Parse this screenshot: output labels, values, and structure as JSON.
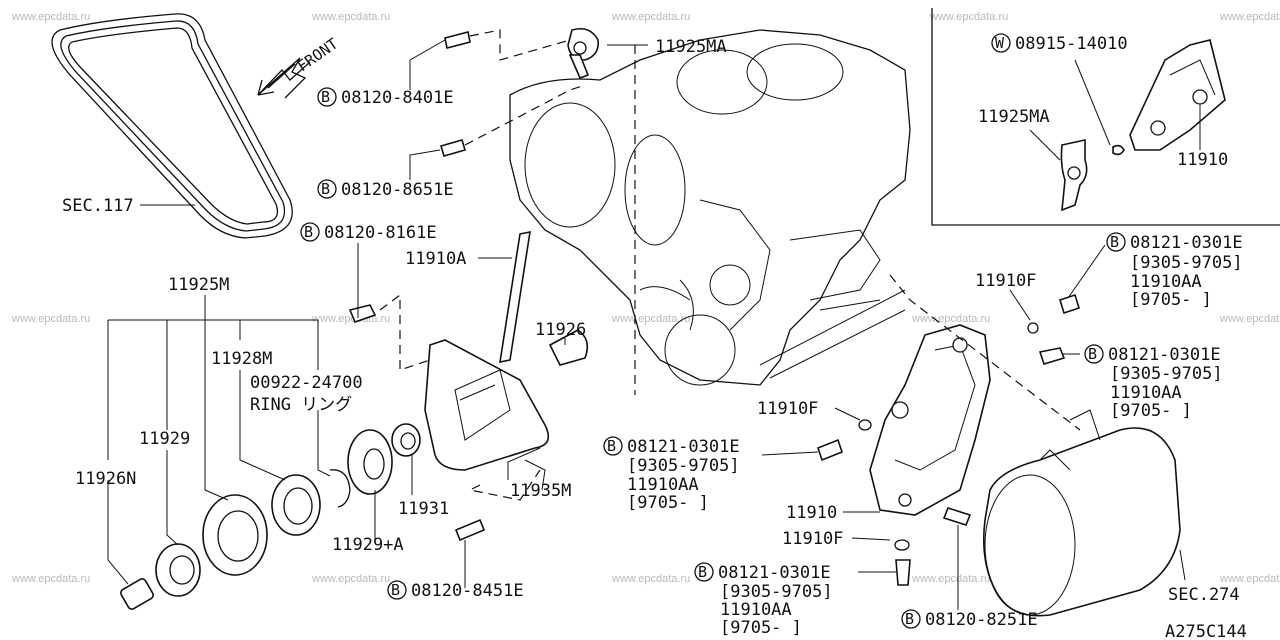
{
  "watermark": "www.epcdata.ru",
  "diagram_code": "A275C144",
  "front_label": "FRONT",
  "labels": {
    "sec117": "SEC.117",
    "sec274": "SEC.274",
    "p11925MA_top": "11925MA",
    "p11925MA_inset": "11925MA",
    "p11910_inset": "11910",
    "w08915": "08915-14010",
    "b8401": "08120-8401E",
    "b8651": "08120-8651E",
    "b8161": "08120-8161E",
    "b8451": "08120-8451E",
    "b8251": "08120-8251E",
    "p11910A": "11910A",
    "p11926": "11926",
    "p11925M": "11925M",
    "p11928M": "11928M",
    "p00922": "00922-24700",
    "ring": "RING リング",
    "p11929": "11929",
    "p11926N": "11926N",
    "p11931": "11931",
    "p11929A": "11929+A",
    "p11935M": "11935M",
    "p11910F_a": "11910F",
    "p11910F_b": "11910F",
    "p11910F_c": "11910F",
    "p11910": "11910",
    "b0301_a": "08121-0301E",
    "r9305_a": "[9305-9705]",
    "aa_a": "11910AA",
    "r9705_a": "[9705-     ]",
    "b0301_b": "08121-0301E",
    "r9305_b": "[9305-9705]",
    "aa_b": "11910AA",
    "r9705_b": "[9705-     ]",
    "b0301_c": "08121-0301E",
    "r9305_c": "[9305-9705]",
    "aa_c": "11910AA",
    "r9705_c": "[9705-     ]",
    "b0301_d": "08121-0301E",
    "r9305_d": "[9305-9705]",
    "aa_d": "11910AA",
    "r9705_d": "[9705-     ]"
  },
  "markers": {
    "bolt": "B",
    "washer": "W"
  }
}
